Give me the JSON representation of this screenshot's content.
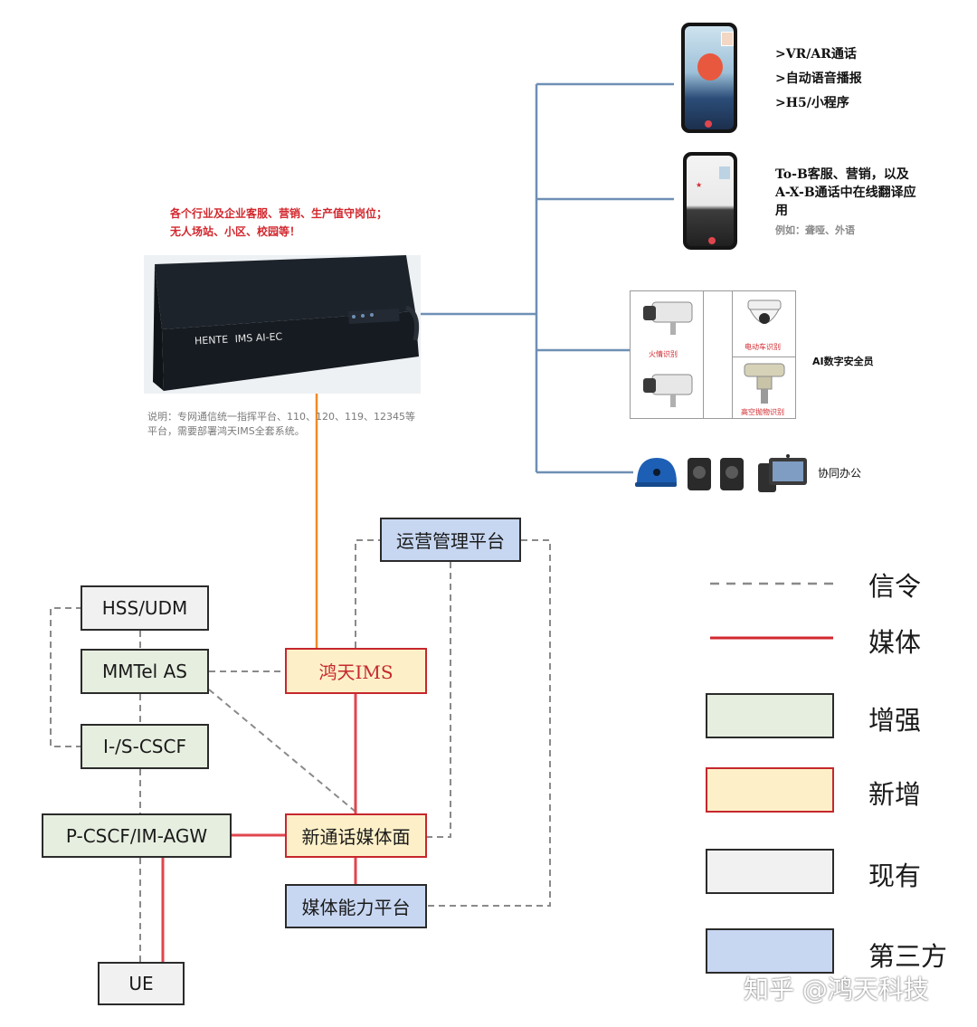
{
  "intro_text": [
    "各个行业及企业客服、营销、生产值守岗位；",
    "无人场站、小区、校园等！"
  ],
  "server_brand": "HENTE",
  "server_model": "IMS AI-EC",
  "note_text": [
    "说明：专网通信统一指挥平台、110、120、119、12345等",
    "平台，需要部署鸿天IMS全套系统。"
  ],
  "phone1_features": [
    ">VR/AR通话",
    ">自动语音播报",
    ">H5/小程序"
  ],
  "phone2_features": [
    "To-B客服、营销，以及",
    "A-X-B通话中在线翻译应",
    "用"
  ],
  "phone2_example": "例如：聋哑、外语",
  "camera_labels": [
    "火情识别",
    "电动车识别",
    "高空抛物识别"
  ],
  "camera_section_label": "AI数字安全员",
  "office_label": "协同办公",
  "nodes": {
    "ops": "运营管理平台",
    "hss": "HSS/UDM",
    "mmtel": "MMTel AS",
    "ims": "鸿天IMS",
    "icscf": "I-/S-CSCF",
    "pcscf": "P-CSCF/IM-AGW",
    "media_plane": "新通话媒体面",
    "media_cap": "媒体能力平台",
    "ue": "UE"
  },
  "legend": {
    "signal": "信令",
    "media": "媒体",
    "enhanced": "增强",
    "new": "新增",
    "existing": "现有",
    "third_party": "第三方"
  },
  "watermark": "知乎 @鸿天科技",
  "colors": {
    "enhanced": "#e6eedf",
    "new": "#fdf0c8",
    "new_border": "#c6272d",
    "existing": "#f1f1f1",
    "third_party": "#c7d7f2",
    "signal_line": "#8a8a8a",
    "media_line": "#e0464d",
    "orange_link": "#f08a24",
    "blue_link": "#6f8fb5"
  }
}
